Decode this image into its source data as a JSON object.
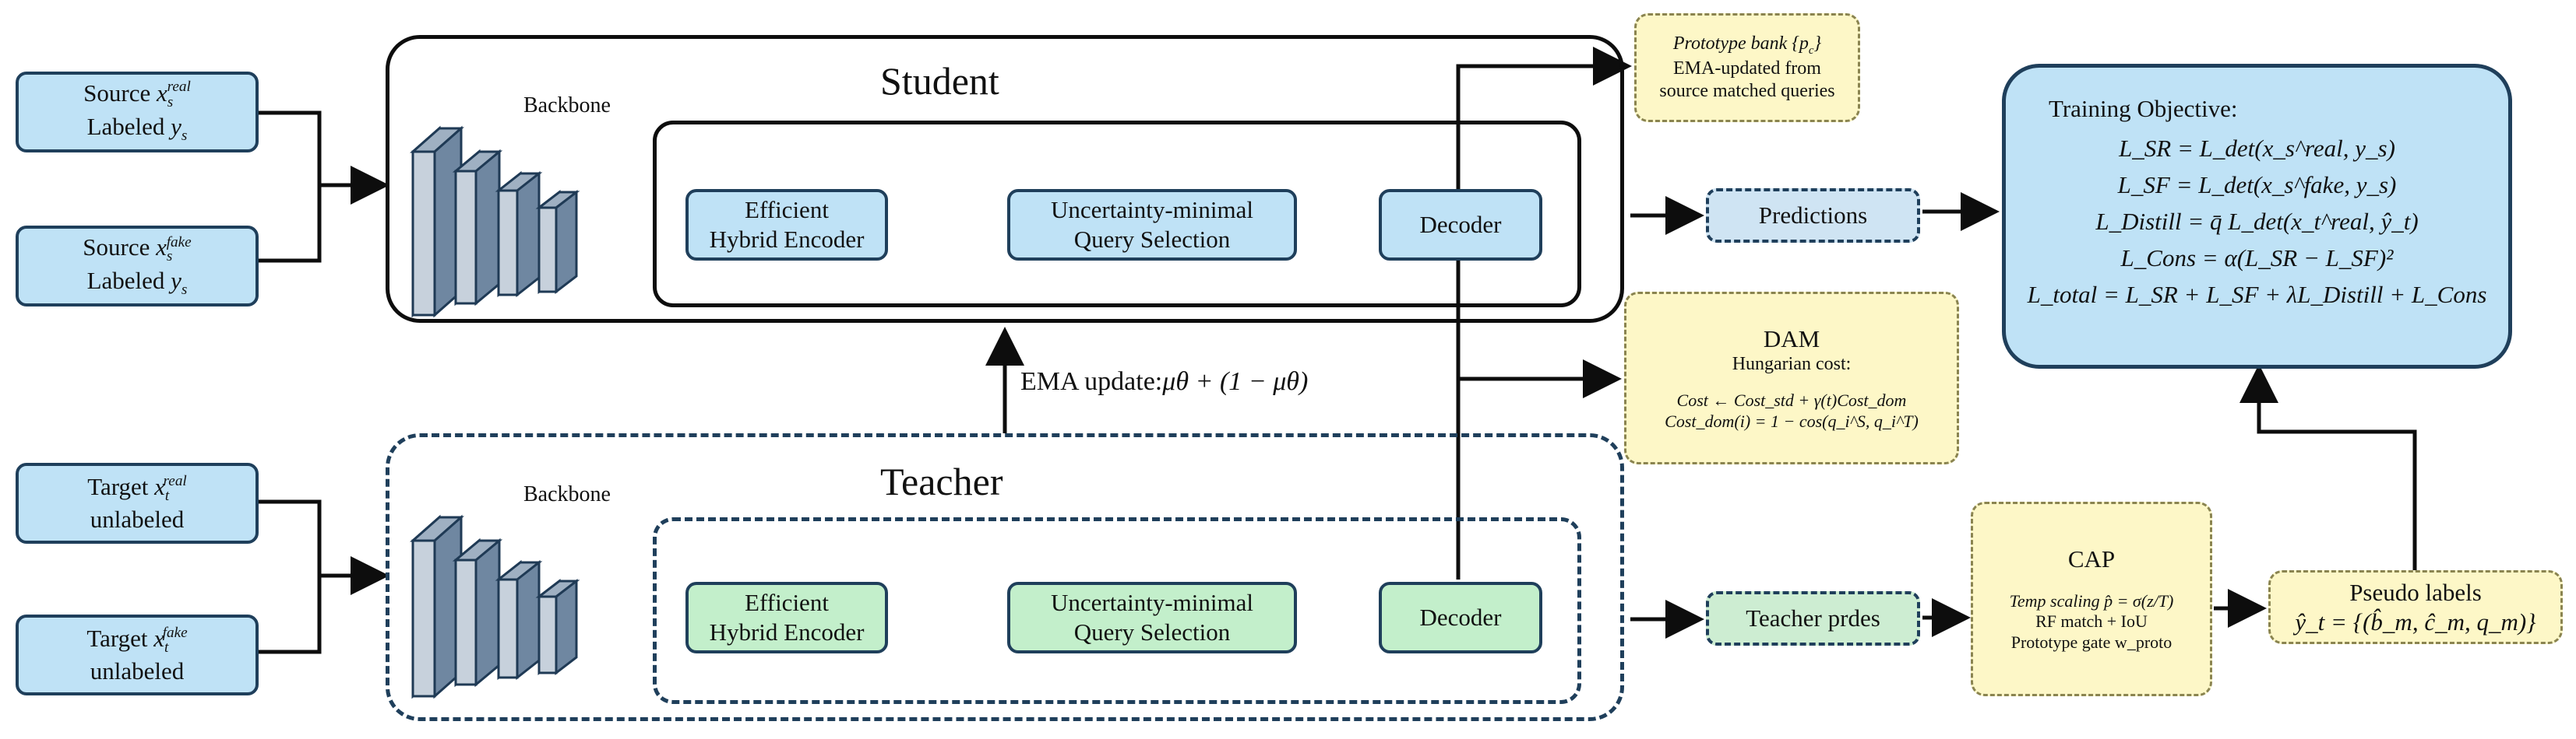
{
  "inputs": {
    "source_real": {
      "line1": "Source",
      "sym": "x",
      "sup": "real",
      "sub": "s",
      "line2": "Labeled",
      "label_sym": "y",
      "label_sub": "s"
    },
    "source_fake": {
      "line1": "Source",
      "sym": "x",
      "sup": "fake",
      "sub": "s",
      "line2": "Labeled",
      "label_sym": "y",
      "label_sub": "s"
    },
    "target_real": {
      "line1": "Target",
      "sym": "x",
      "sup": "real",
      "sub": "t",
      "line2": "unlabeled"
    },
    "target_fake": {
      "line1": "Target",
      "sym": "x",
      "sup": "fake",
      "sub": "t",
      "line2": "unlabeled"
    }
  },
  "student": {
    "title": "Student",
    "backbone": "Backbone",
    "encoder": [
      "Efficient",
      "Hybrid Encoder"
    ],
    "query": [
      "Uncertainty-minimal",
      "Query Selection"
    ],
    "decoder": "Decoder"
  },
  "teacher": {
    "title": "Teacher",
    "backbone": "Backbone",
    "encoder": [
      "Efficient",
      "Hybrid Encoder"
    ],
    "query": [
      "Uncertainty-minimal",
      "Query Selection"
    ],
    "decoder": "Decoder"
  },
  "ema": {
    "label": "EMA update:",
    "formula": "μθ + (1 − μθ)"
  },
  "prototype_bank": {
    "title": "Prototype bank",
    "sym": "{p",
    "sym_sub": "c",
    "sym_end": "}",
    "line2": "EMA-updated from",
    "line3": "source matched queries"
  },
  "dam": {
    "title": "DAM",
    "subtitle": "Hungarian cost:",
    "eq1": "Cost ← Cost_std + γ(t)Cost_dom",
    "eq2": "Cost_dom(i) = 1 − cos(q_i^S, q_i^T)"
  },
  "predictions": "Predictions",
  "teacher_preds": "Teacher prdes",
  "cap": {
    "title": "CAP",
    "line1": "Temp scaling p̂ = σ(z/T)",
    "line2": "RF match + IoU",
    "line3": "Prototype gate w_proto"
  },
  "pseudo_labels": {
    "title": "Pseudo labels",
    "formula": "ŷ_t = {(b̂_m, ĉ_m, q_m)}"
  },
  "objective": {
    "title": "Training Objective:",
    "eqs": [
      "L_SR = L_det(x_s^real, y_s)",
      "L_SF = L_det(x_s^fake, y_s)",
      "L_Distill = q̄ L_det(x_t^real, ŷ_t)",
      "L_Cons = α(L_SR − L_SF)²",
      "L_total = L_SR + L_SF + λL_Distill + L_Cons"
    ]
  },
  "colors": {
    "line": "#0d0d0d",
    "border": "#1f3f5b",
    "blue": "#bfe2f6",
    "green": "#c3efcb",
    "yellow": "#fdf7c7",
    "objective": "#bfe2f6"
  }
}
